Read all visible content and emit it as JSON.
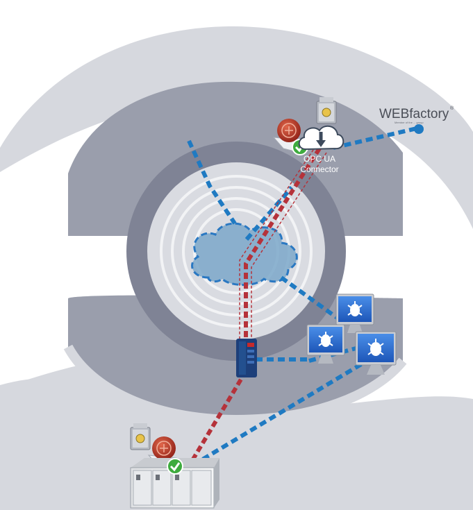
{
  "logo": {
    "brand_prefix": "WEB",
    "brand_suffix": "factory",
    "registered": "®",
    "tagline": "Member of the ... group"
  },
  "connector": {
    "line1": "OPC UA",
    "line2": "Connector"
  },
  "colors": {
    "outer_ring": "#d6d8de",
    "middle_ring": "#9a9eac",
    "inner_ring": "#7f8395",
    "core_disc": "#d9dbe1",
    "cloud_fill": "#7ba7c9",
    "blue_dash": "#1f7ac2",
    "red_dash": "#b5323a",
    "monitor_blue": "#2a6fd6"
  },
  "icons": {
    "certificate_top": "certificate-seal-icon",
    "certificate_bottom": "certificate-seal-icon",
    "check_top": "check-badge-icon",
    "check_bottom": "check-badge-icon",
    "safe_top": "safe-icon",
    "safe_bottom": "safe-icon",
    "cloud_download": "cloud-download-icon",
    "router": "network-router-icon",
    "attacker_pc": "bug-monitor-icon",
    "plc": "control-cabinet-icon",
    "internet": "internet-cloud-icon"
  }
}
